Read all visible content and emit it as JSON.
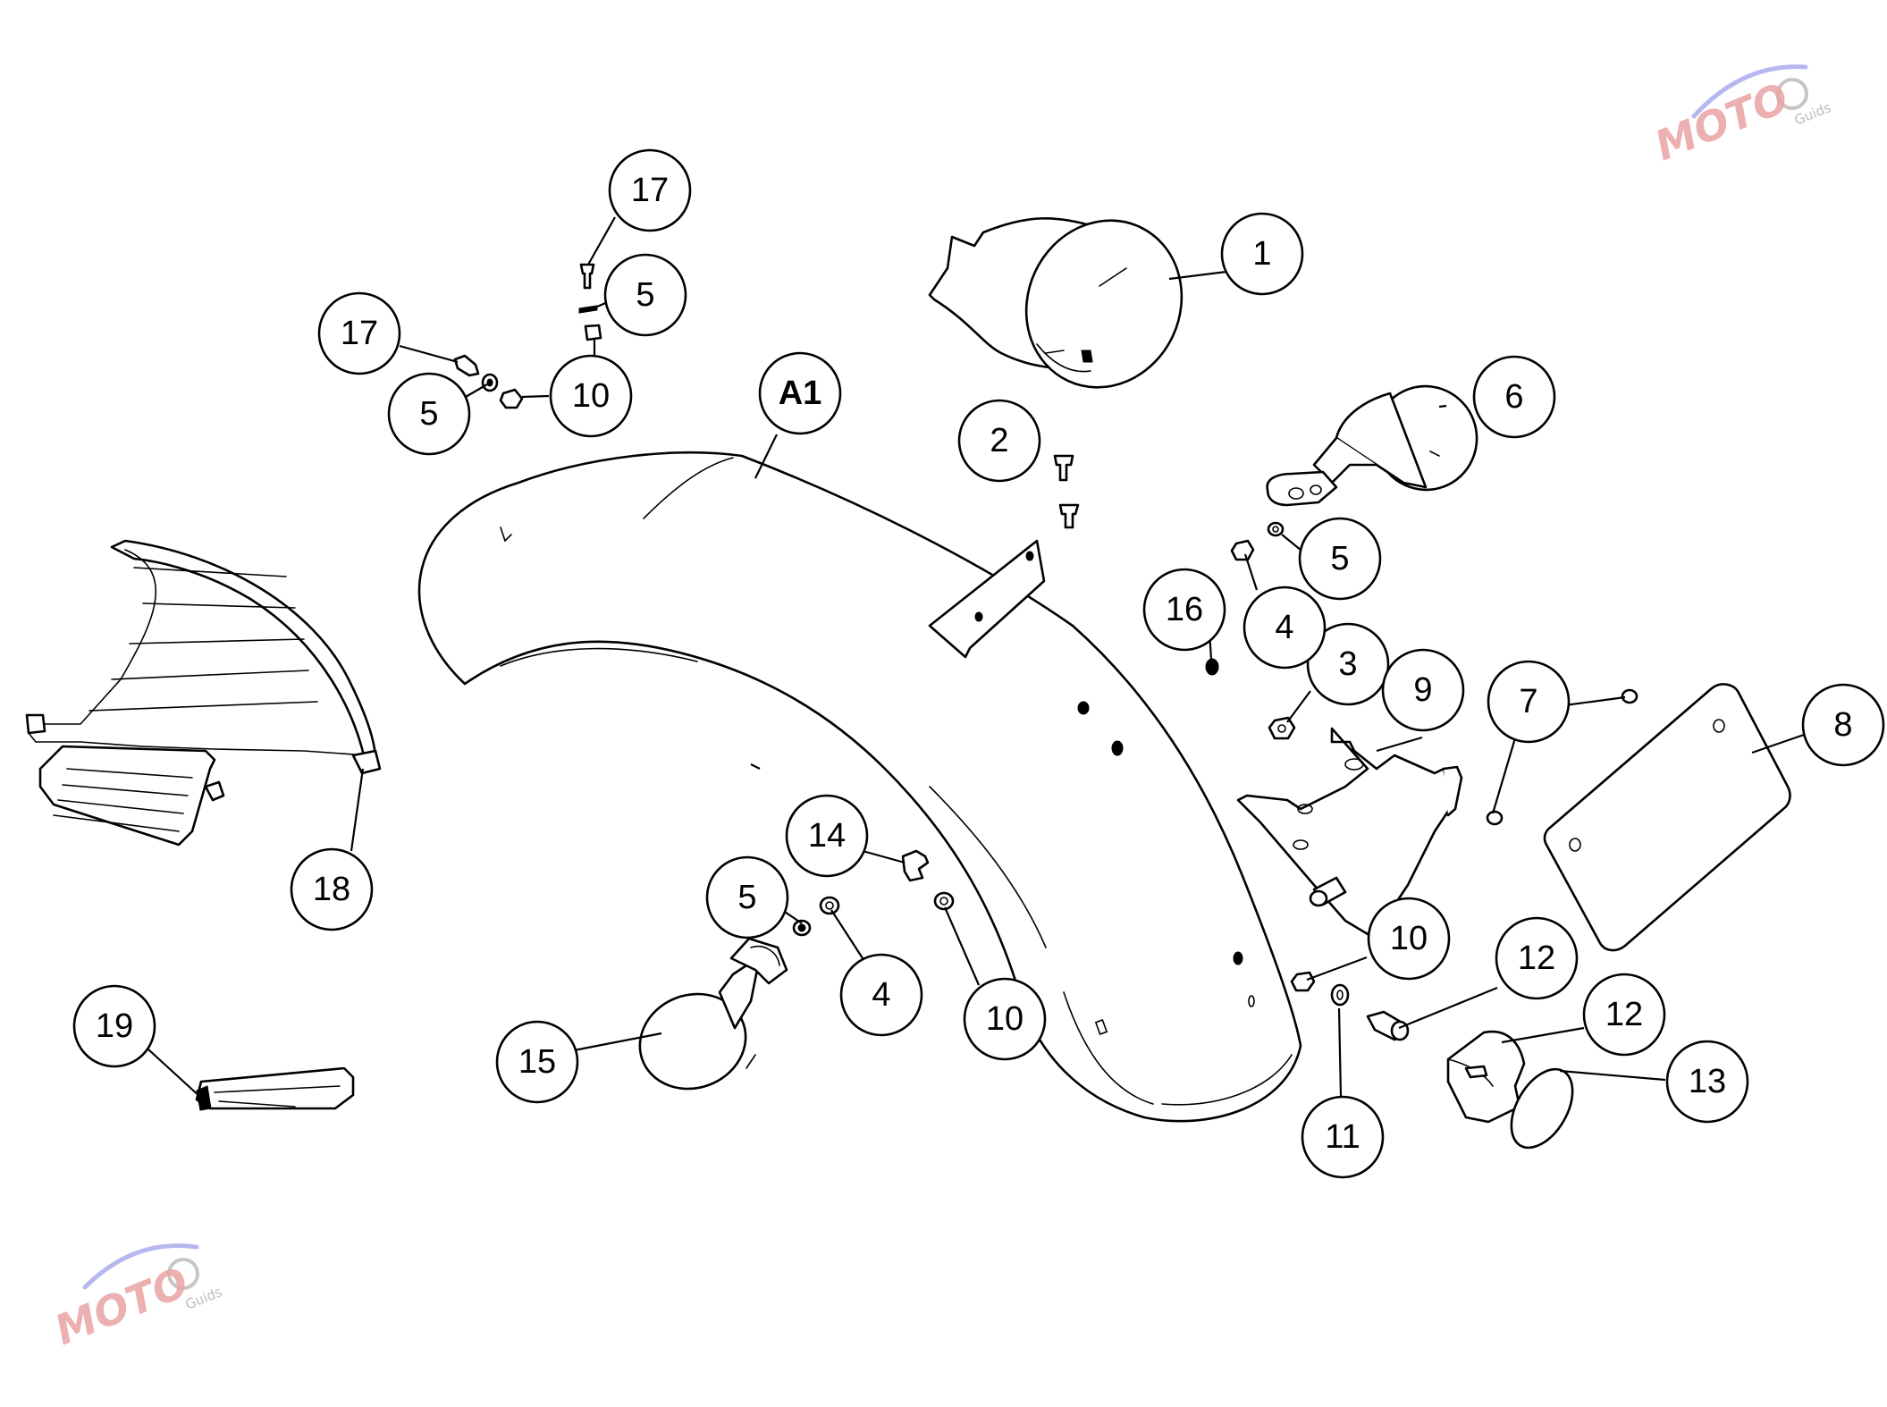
{
  "watermark": {
    "brand": "MOTO",
    "sub": "Guids"
  },
  "callouts": [
    {
      "id": "c1",
      "label": "1"
    },
    {
      "id": "c2",
      "label": "2"
    },
    {
      "id": "c3",
      "label": "3"
    },
    {
      "id": "c4a",
      "label": "4"
    },
    {
      "id": "c4b",
      "label": "4"
    },
    {
      "id": "c5a",
      "label": "5"
    },
    {
      "id": "c5b",
      "label": "5"
    },
    {
      "id": "c5c",
      "label": "5"
    },
    {
      "id": "c5d",
      "label": "5"
    },
    {
      "id": "c6",
      "label": "6"
    },
    {
      "id": "c7",
      "label": "7"
    },
    {
      "id": "c8",
      "label": "8"
    },
    {
      "id": "c9",
      "label": "9"
    },
    {
      "id": "c10a",
      "label": "10"
    },
    {
      "id": "c10b",
      "label": "10"
    },
    {
      "id": "c10c",
      "label": "10"
    },
    {
      "id": "c11",
      "label": "11"
    },
    {
      "id": "c12a",
      "label": "12"
    },
    {
      "id": "c12b",
      "label": "12"
    },
    {
      "id": "c13",
      "label": "13"
    },
    {
      "id": "c14",
      "label": "14"
    },
    {
      "id": "c15",
      "label": "15"
    },
    {
      "id": "c16",
      "label": "16"
    },
    {
      "id": "c17a",
      "label": "17"
    },
    {
      "id": "c17b",
      "label": "17"
    },
    {
      "id": "c18",
      "label": "18"
    },
    {
      "id": "c19",
      "label": "19"
    },
    {
      "id": "cA1",
      "label": "A1"
    }
  ]
}
